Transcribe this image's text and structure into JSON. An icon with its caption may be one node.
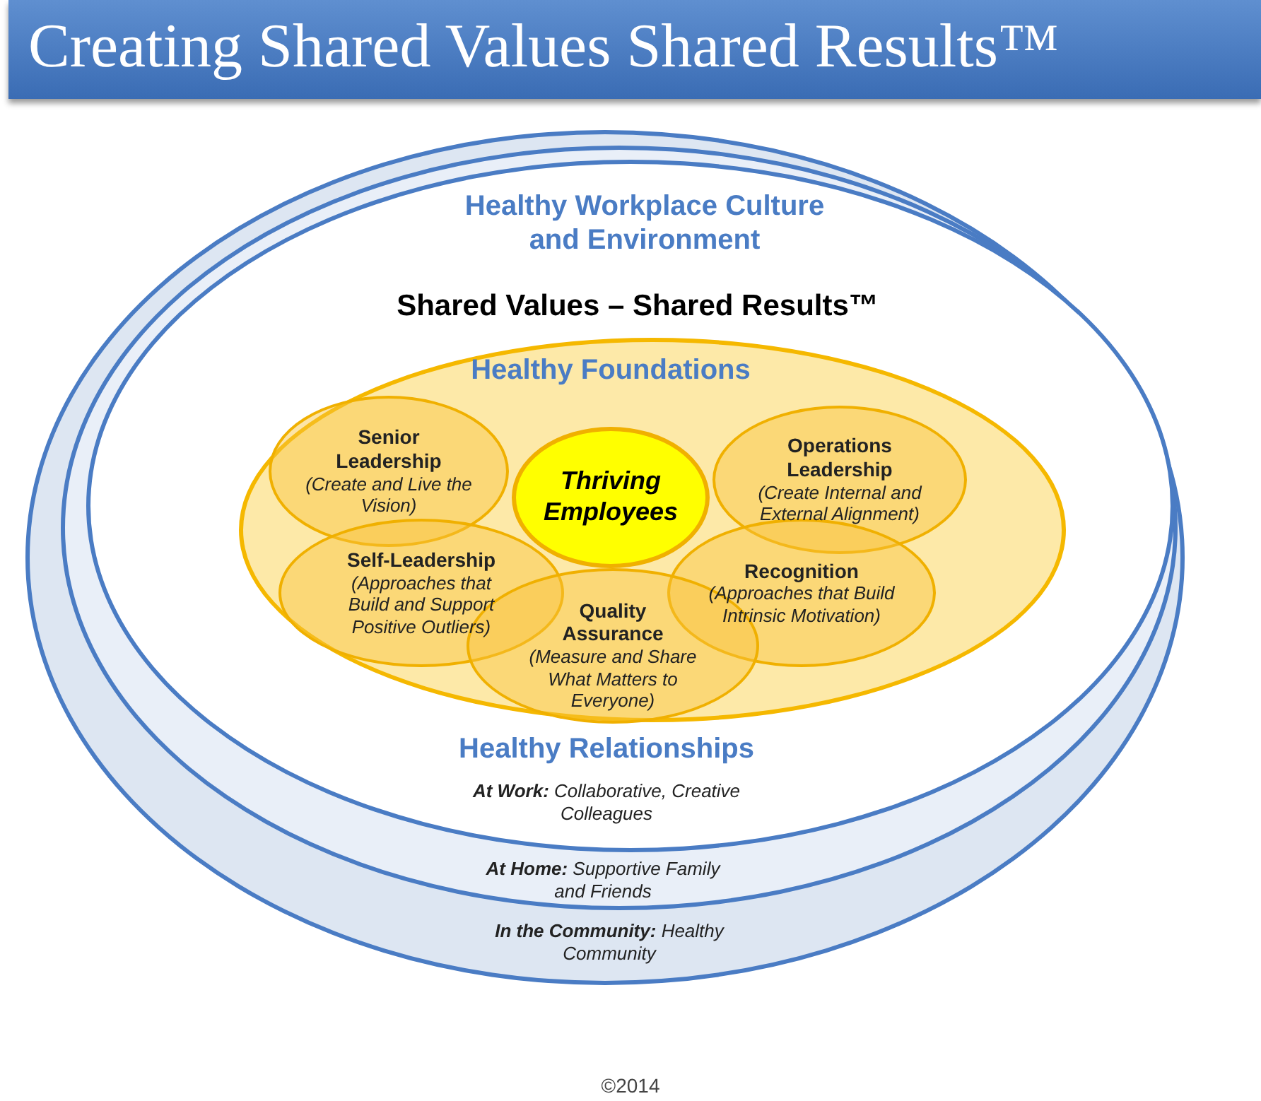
{
  "diagram": {
    "title": "Creating Shared Values Shared Results™",
    "nodes": [
      {
        "text": [
          "**In the Community:** Healthy Community"
        ]
      },
      {
        "text": [
          "**At Home:** Supportive Family and Friends"
        ],
        "in": 0
      },
      {
        "text": [
          "Healthy Workplace Culture and Environment",
          "Shared Values – Shared Results™",
          "Healthy Relationships",
          "**At Work:** Collaborative, Creative Colleagues"
        ],
        "in": 1
      },
      {
        "text": [
          "Healthy Foundations"
        ],
        "in": 2
      },
      {
        "text": [
          "Senior Leadership",
          "(Create and Live the Vision)"
        ],
        "in": 3
      },
      {
        "text": [
          "Thriving Employees"
        ],
        "in": 3
      },
      {
        "text": [
          "Operations Leadership",
          "(Create Internal and External Alignment)"
        ],
        "in": 3
      },
      {
        "text": [
          "Self-Leadership",
          "(Approaches that Build and Support Positive Outliers)"
        ],
        "in": 3
      },
      {
        "text": [
          "Recognition",
          "(Approaches that Build Intrinsic Motivation)"
        ],
        "in": 3
      },
      {
        "text": [
          "Quality Assurance",
          "(Measure and Share What Matters to Everyone)"
        ],
        "in": 3
      }
    ],
    "labels": [
      "©2014"
    ]
  }
}
